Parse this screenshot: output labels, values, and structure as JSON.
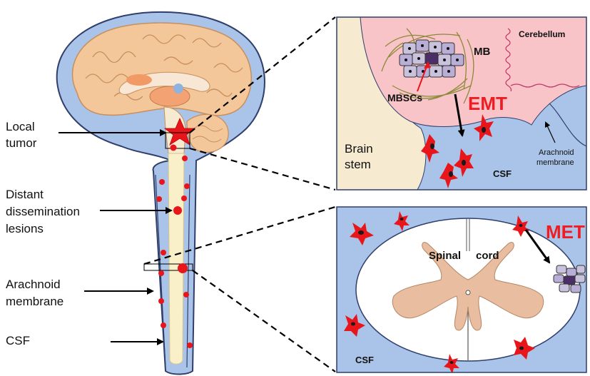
{
  "left_labels": {
    "local_tumor_1": "Local",
    "local_tumor_2": "tumor",
    "distant_1": "Distant",
    "distant_2": "dissemination",
    "distant_3": "lesions",
    "arachnoid_1": "Arachnoid",
    "arachnoid_2": "membrane",
    "csf": "CSF"
  },
  "top_panel": {
    "cerebellum": "Cerebellum",
    "mb": "MB",
    "mbscs": "MBSCs",
    "emt": "EMT",
    "brain_stem_1": "Brain",
    "brain_stem_2": "stem",
    "arachnoid_1": "Arachnoid",
    "arachnoid_2": "membrane",
    "csf": "CSF"
  },
  "bottom_panel": {
    "spinal": "Spinal",
    "cord": "cord",
    "met": "MET",
    "csf": "CSF"
  },
  "colors": {
    "csf_blue": "#a9c4e8",
    "cortex": "#f3c79a",
    "tumor_red": "#e8161b",
    "emt_text": "#f01c23",
    "cerebellum_pink": "#f9c4c8",
    "brainstem_cream": "#f6ead0",
    "gray_matter": "#e8bda0"
  }
}
